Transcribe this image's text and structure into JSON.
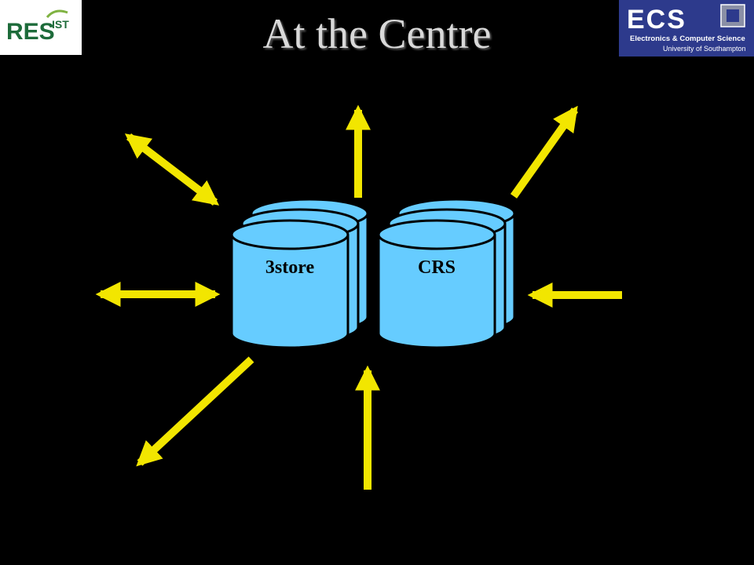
{
  "slide": {
    "title": "At the Centre"
  },
  "logos": {
    "left": {
      "text_main": "RES",
      "text_sup": "IST"
    },
    "right": {
      "text_main": "ECS",
      "line1": "Electronics & Computer Science",
      "line2": "University of Southampton"
    }
  },
  "stores": [
    {
      "label": "3store"
    },
    {
      "label": "CRS"
    }
  ],
  "colors": {
    "background": "#000000",
    "arrow": "#f2e600",
    "cylinder_fill": "#66ccff",
    "title": "#d9d9d9",
    "ecs_blue": "#2d3a8c"
  }
}
